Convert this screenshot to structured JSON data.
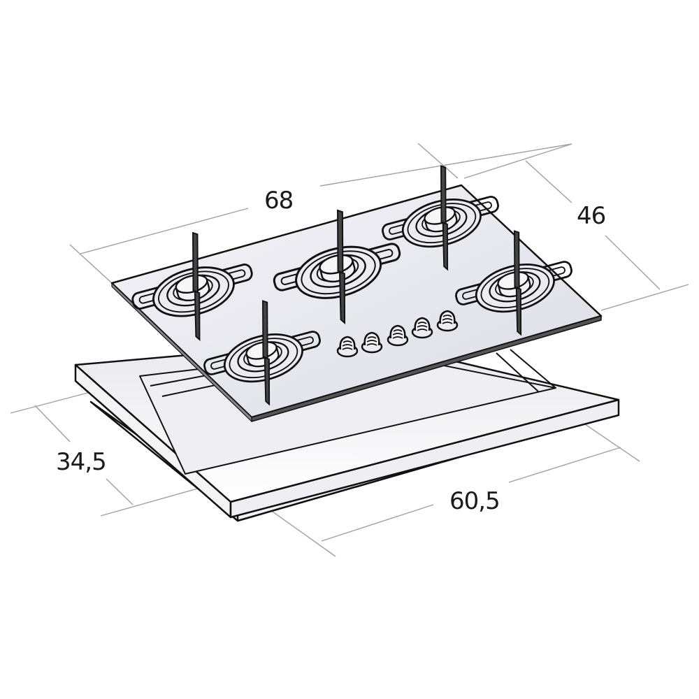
{
  "figure": {
    "subject": "Built-in gas cooktop, 5 burners, isometric dimension drawing",
    "burner_count": 5,
    "knob_count": 5
  },
  "dimensions": {
    "top_width": "68",
    "top_depth": "46",
    "cutout_depth": "34,5",
    "cutout_width": "60,5"
  },
  "colors": {
    "line": "#111111",
    "dim_line": "#9a9a9a",
    "surface": "#ececf2",
    "background": "#ffffff"
  }
}
